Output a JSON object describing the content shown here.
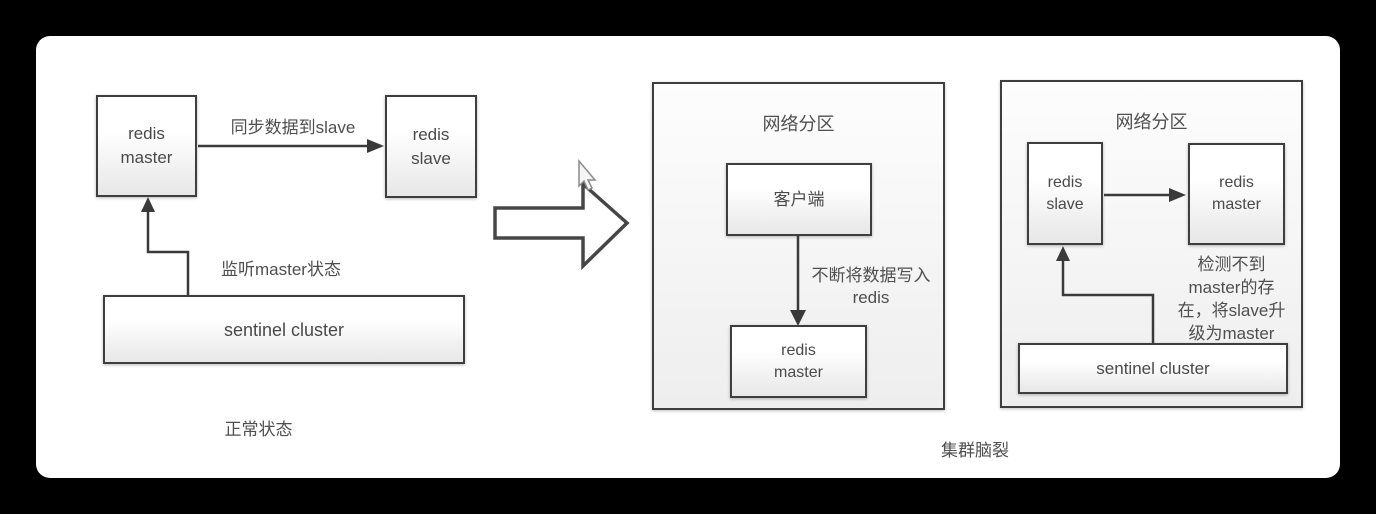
{
  "colors": {
    "background": "#000000",
    "canvas": "#ffffff",
    "line": "#3a3a3a",
    "box_border": "#3e3e3e",
    "text": "#4a4a4a"
  },
  "normal_state": {
    "redis_master": "redis\nmaster",
    "redis_slave": "redis\nslave",
    "sync_arrow_label": "同步数据到slave",
    "monitor_arrow_label": "监听master状态",
    "sentinel_cluster": "sentinel cluster",
    "caption": "正常状态"
  },
  "transition": {
    "arrow_icon": "right-block-arrow",
    "cursor_icon": "mouse-pointer"
  },
  "partition_left": {
    "title": "网络分区",
    "client": "客户端",
    "write_arrow_label": "不断将数据写入\nredis",
    "redis_master": "redis\nmaster"
  },
  "partition_right": {
    "title": "网络分区",
    "redis_slave": "redis\nslave",
    "redis_master": "redis\nmaster",
    "detect_label": "检测不到\nmaster的存\n在，将slave升\n级为master",
    "sentinel_cluster": "sentinel cluster"
  },
  "split_caption": "集群脑裂"
}
